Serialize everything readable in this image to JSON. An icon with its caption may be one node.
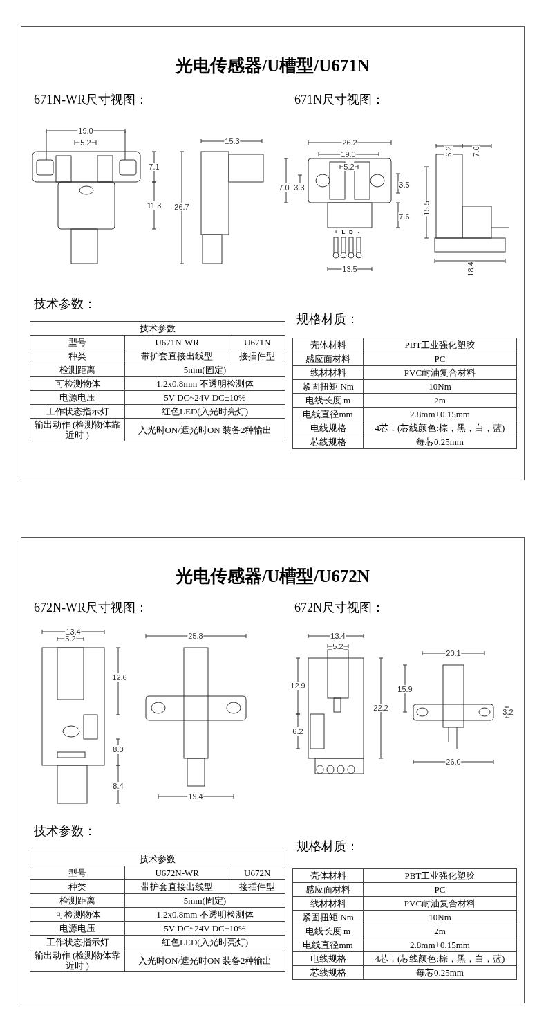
{
  "diagram": {
    "labels": [
      "光电传感器/U槽型/U671N",
      "671N-WR尺寸视图：",
      "671N尺寸视图：",
      "19.0",
      "5.2",
      "7.1",
      "11.3",
      "15.3",
      "26.7",
      "26.2",
      "19.0",
      "5.2",
      "7.0",
      "3.3",
      "3.5",
      "7.6",
      "+",
      "L",
      "D",
      "-",
      "13.5",
      "6.2",
      "7.6",
      "15.5",
      "18.4",
      "技术参数：",
      "规格材质：",
      "技术参数",
      "型号",
      "U671N-WR",
      "U671N",
      "种类",
      "带护套直接出线型",
      "接插件型",
      "检测距离",
      "5mm(固定)",
      "可检测物体",
      "1.2x0.8mm 不透明检测体",
      "电源电压",
      "5V DC~24V DC±10%",
      "工作状态指示灯",
      "红色LED(入光时亮灯)",
      "输出动作 (检测物体靠近时 )",
      "入光时ON/遮光时ON 装备2种输出",
      "壳体材料",
      "PBT工业强化塑胶",
      "感应面材料",
      "PC",
      "线材材料",
      "PVC耐油复合材料",
      "紧固扭矩 Nm",
      "10Nm",
      "电线长度 m",
      "2m",
      "电线直径mm",
      "2.8mm+0.15mm",
      "电线规格",
      "4芯，(芯线颜色:棕，黑，白，蓝)",
      "芯线规格",
      "每芯0.25mm",
      "光电传感器/U槽型/U672N",
      "672N-WR尺寸视图：",
      "672N尺寸视图：",
      "13.4",
      "5.2",
      "12.6",
      "8.0",
      "8.4",
      "25.8",
      "19.4",
      "13.4",
      "5.2",
      "12.9",
      "6.2",
      "22.2",
      "20.1",
      "15.9",
      "3.2",
      "26.0",
      "技术参数：",
      "规格材质：",
      "技术参数",
      "型号",
      "U672N-WR",
      "U672N",
      "种类",
      "带护套直接出线型",
      "接插件型",
      "检测距离",
      "5mm(固定)",
      "可检测物体",
      "1.2x0.8mm 不透明检测体",
      "电源电压",
      "5V DC~24V DC±10%",
      "工作状态指示灯",
      "红色LED(入光时亮灯)",
      "输出动作 (检测物体靠近时 )",
      "入光时ON/遮光时ON 装备2种输出",
      "壳体材料",
      "PBT工业强化塑胶",
      "感应面材料",
      "PC",
      "线材材料",
      "PVC耐油复合材料",
      "紧固扭矩 Nm",
      "10Nm",
      "电线长度 m",
      "2m",
      "电线直径mm",
      "2.8mm+0.15mm",
      "电线规格",
      "4芯，(芯线颜色:棕，黑，白，蓝)",
      "芯线规格",
      "每芯0.25mm"
    ]
  }
}
